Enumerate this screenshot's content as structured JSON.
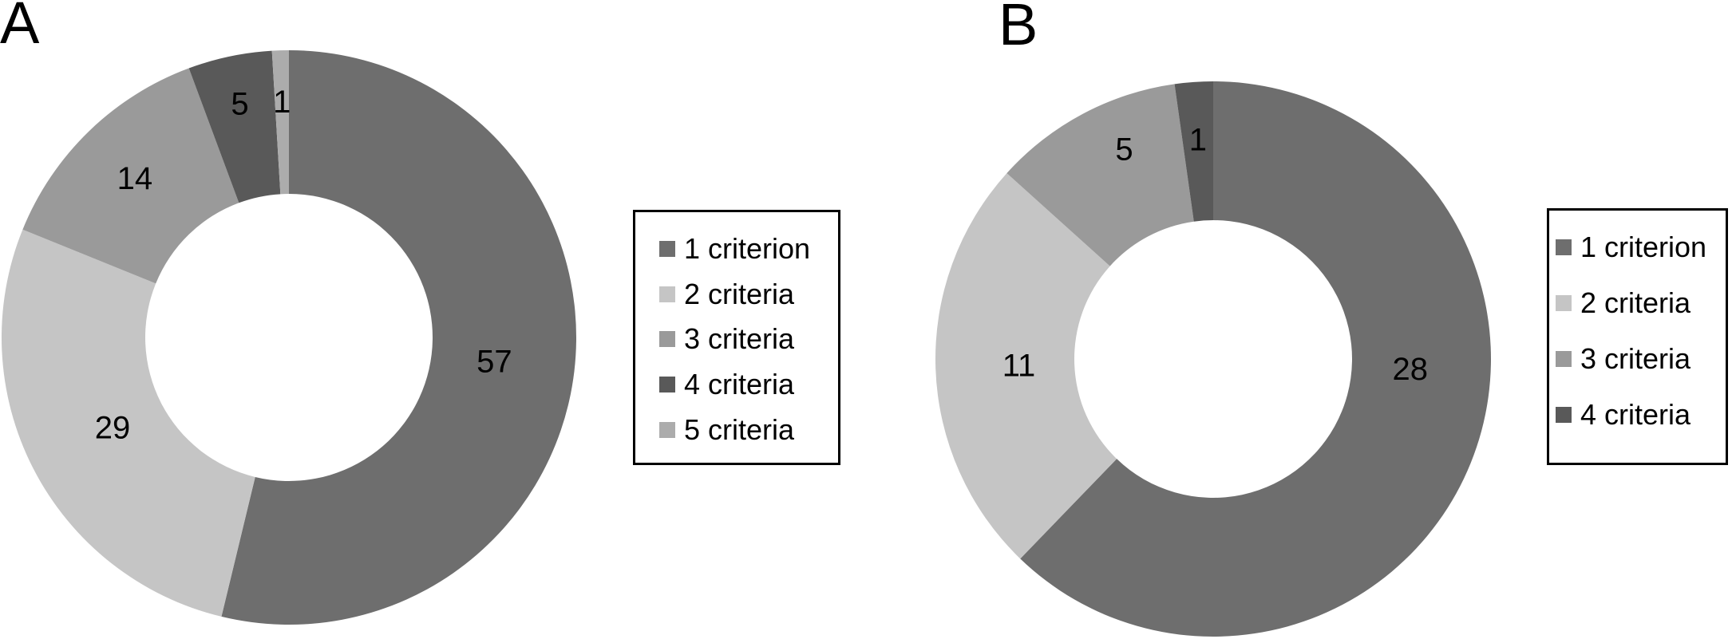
{
  "figure": {
    "background": "#ffffff",
    "panels": [
      {
        "panel_label": "A",
        "legend_items": [
          {
            "label": "1 criterion",
            "color": "#6e6e6e"
          },
          {
            "label": "2 criteria",
            "color": "#c5c5c5"
          },
          {
            "label": "3 criteria",
            "color": "#9a9a9a"
          },
          {
            "label": "4 criteria",
            "color": "#595959"
          },
          {
            "label": "5 criteria",
            "color": "#acacac"
          }
        ]
      },
      {
        "panel_label": "B",
        "legend_items": [
          {
            "label": "1 criterion",
            "color": "#6e6e6e"
          },
          {
            "label": "2 criteria",
            "color": "#c5c5c5"
          },
          {
            "label": "3 criteria",
            "color": "#9a9a9a"
          },
          {
            "label": "4 criteria",
            "color": "#595959"
          }
        ]
      }
    ]
  },
  "chart_data": [
    {
      "type": "pie",
      "subtype": "donut",
      "title": "A",
      "categories": [
        "1 criterion",
        "2 criteria",
        "3 criteria",
        "4 criteria",
        "5 criteria"
      ],
      "values": [
        57,
        29,
        14,
        5,
        1
      ],
      "data_labels": [
        "57",
        "29",
        "14",
        "5",
        "1"
      ],
      "colors": [
        "#6e6e6e",
        "#c5c5c5",
        "#9a9a9a",
        "#595959",
        "#acacac"
      ],
      "total": 106,
      "start_angle_deg": 0,
      "direction": "clockwise",
      "inner_radius_frac": 0.5,
      "legend_position": "right",
      "label_color": "#000000",
      "label_r_frac": [
        0.72,
        0.69,
        0.77,
        0.83,
        0.82
      ],
      "label_angle_override_deg": [
        null,
        null,
        null,
        null,
        null
      ]
    },
    {
      "type": "pie",
      "subtype": "donut",
      "title": "B",
      "categories": [
        "1 criterion",
        "2 criteria",
        "3 criteria",
        "4 criteria"
      ],
      "values": [
        28,
        11,
        5,
        1
      ],
      "data_labels": [
        "28",
        "11",
        "5",
        "1"
      ],
      "colors": [
        "#6e6e6e",
        "#c5c5c5",
        "#9a9a9a",
        "#595959"
      ],
      "total": 45,
      "start_angle_deg": 0,
      "direction": "clockwise",
      "inner_radius_frac": 0.5,
      "legend_position": "right",
      "label_color": "#000000",
      "label_r_frac": [
        0.71,
        0.7,
        0.82,
        0.79
      ],
      "label_angle_override_deg": [
        93,
        null,
        337,
        null
      ]
    }
  ]
}
